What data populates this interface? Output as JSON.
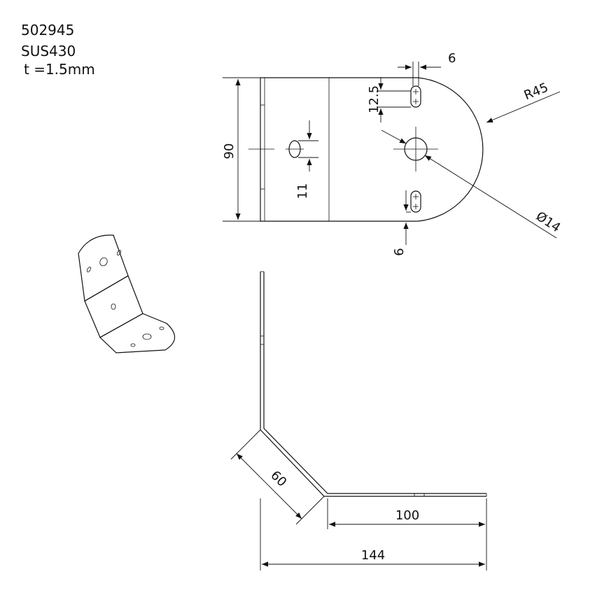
{
  "header": {
    "part_number": "502945",
    "material": "SUS430",
    "thickness": "t =1.5mm"
  },
  "dimensions": {
    "height": "90",
    "slot_width": "6",
    "slot_length": "12.5",
    "radius": "R45",
    "center_hole": "Ø14",
    "small_hole": "11",
    "slot_gap": "6",
    "leg_short": "60",
    "leg_long": "100",
    "total_length": "144"
  }
}
